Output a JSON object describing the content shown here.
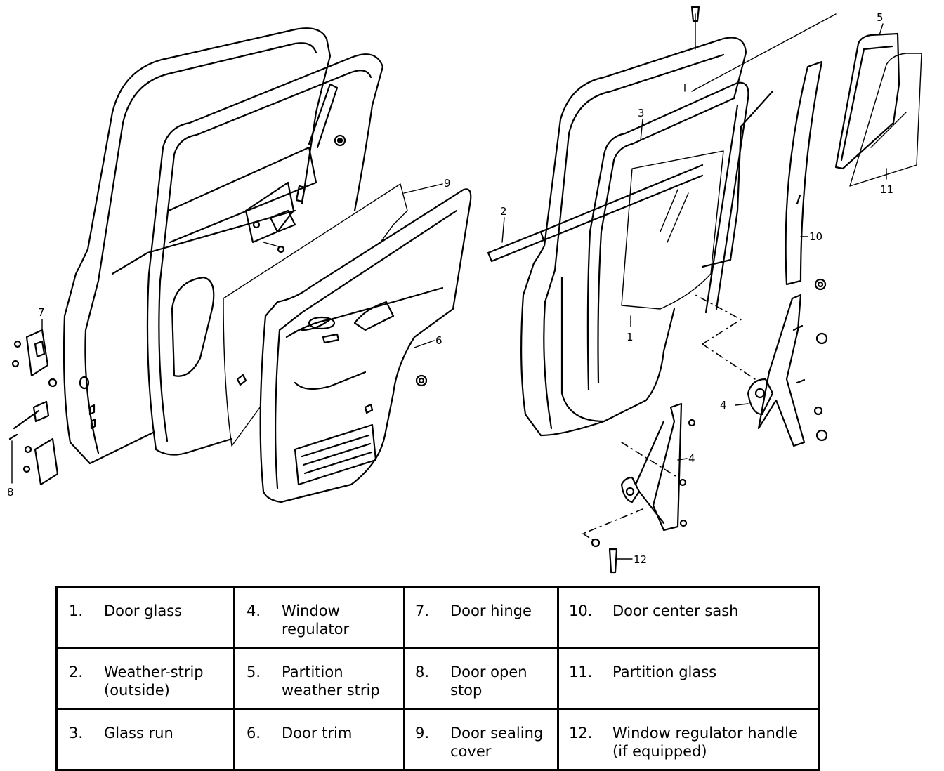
{
  "callouts": [
    "1",
    "2",
    "3",
    "4",
    "5",
    "6",
    "7",
    "8",
    "9",
    "10",
    "11",
    "12"
  ],
  "legend": {
    "rows": [
      [
        {
          "num": "1.",
          "label": "Door glass"
        },
        {
          "num": "4.",
          "label": "Window regulator"
        },
        {
          "num": "7.",
          "label": "Door hinge"
        },
        {
          "num": "10.",
          "label": "Door center sash"
        }
      ],
      [
        {
          "num": "2.",
          "label": "Weather-strip (outside)"
        },
        {
          "num": "5.",
          "label": "Partition weather strip"
        },
        {
          "num": "8.",
          "label": "Door open stop"
        },
        {
          "num": "11.",
          "label": "Partition glass"
        }
      ],
      [
        {
          "num": "3.",
          "label": "Glass run"
        },
        {
          "num": "6.",
          "label": "Door trim"
        },
        {
          "num": "9.",
          "label": "Door sealing cover"
        },
        {
          "num": "12.",
          "label": "Window regulator handle (if equipped)"
        }
      ]
    ]
  }
}
